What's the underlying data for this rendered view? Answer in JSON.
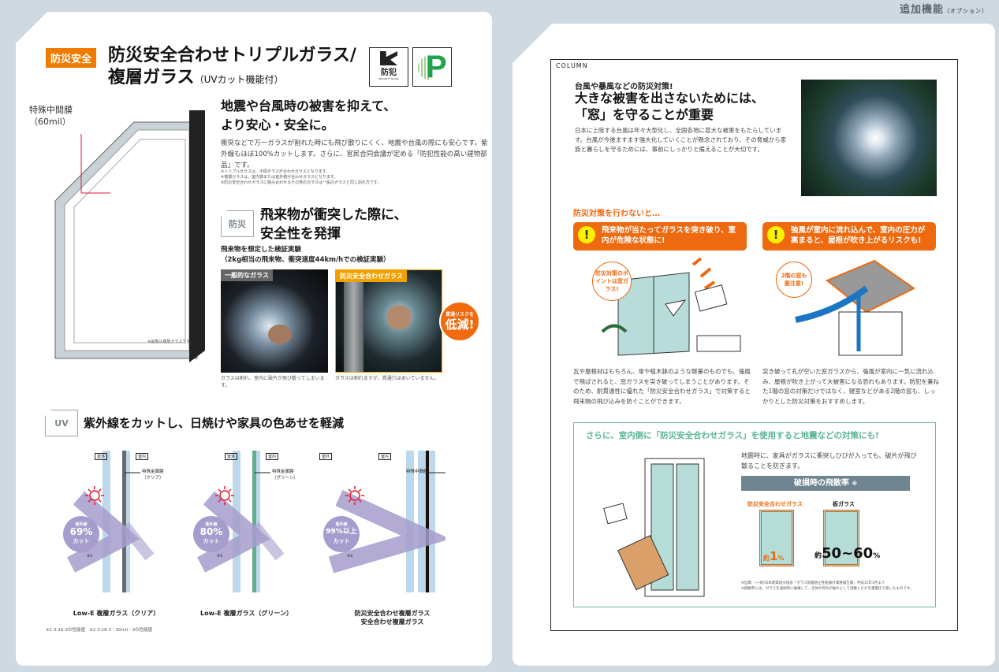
{
  "header": {
    "section": "追加機能",
    "section_sub": "（オプション）"
  },
  "left": {
    "badge": "防災安全",
    "title_line1": "防災安全合わせトリプルガラス/",
    "title_line2": "複層ガラス",
    "title_suffix": "（UVカット機能付）",
    "logo_bouhan": "防犯",
    "logo_bouhan_sub": "SECURITY GLASS",
    "logo_p": "P",
    "film_label_line1": "特殊中間膜",
    "film_label_line2": "（60mil）",
    "image_note": "※画像は複層ガラスです。",
    "headline_line1": "地震や台風時の被害を抑えて、",
    "headline_line2": "より安心・安全に。",
    "body": "衝突などで万一ガラスが割れた時にも飛び散りにくく、地震や台風の際にも安心です。紫外線もほぼ100%カットします。さらに、官民合同会議が定める「防犯性能の高い建物部品」です。",
    "notes": [
      "※トリプルガラスは、中間ガラスが合わせガラスとなります。",
      "※複層ガラスは、室内側または室外側が合わせガラスとなります。",
      "※防災安全合わせガラスに組み合わせるその他のガラスは一般のガラスと同じ割れ方です。"
    ],
    "disaster": {
      "tag": "防災",
      "title_line1": "飛来物が衝突した際に、",
      "title_line2": "安全性を発揮",
      "test_title": "飛来物を想定した検証実験",
      "test_sub": "（2kg相当の飛来物、衝突速度44km/hでの検証実験）",
      "photo1_label": "一般的なガラス",
      "photo1_caption": "ガラスは割れ、室内に破片が飛び散ってしまいます。",
      "photo2_label": "防災安全合わせガラス",
      "photo2_caption": "ガラスは割れますが、貫通穴はあいていません。",
      "bubble_small": "貫通リスクを",
      "bubble_big": "低減!"
    },
    "uv": {
      "tag": "UV",
      "title": "紫外線をカットし、日焼けや家具の色あせを軽減",
      "diagrams": [
        {
          "outside": "室外",
          "inside": "室内",
          "film": "特殊金属膜",
          "film_sub": "（クリア）",
          "circle_top": "紫外線",
          "percent": "69%",
          "circle_bottom": "カット",
          "note": "※1",
          "name_line1": "Low-E 複層ガラス（クリア）",
          "name_line2": "",
          "film_color": "#6a6a6a"
        },
        {
          "outside": "室外",
          "inside": "室内",
          "film": "特殊金属膜",
          "film_sub": "（グリーン）",
          "circle_top": "紫外線",
          "percent": "80%",
          "circle_bottom": "カット",
          "note": "※1",
          "name_line1": "Low-E 複層ガラス（グリーン）",
          "name_line2": "",
          "film_color": "#62ad8c"
        },
        {
          "outside": "室外",
          "inside": "室内",
          "film": "特殊中間膜",
          "film_sub": "",
          "circle_top": "紫外線",
          "percent": "99%以上",
          "circle_bottom": "カット",
          "note": "※2",
          "name_line1": "防災安全合わせ複層ガラス",
          "name_line2": "安全合わせ複層ガラス",
          "film_color": "#1a0f0a"
        }
      ],
      "footnote": "※1 3-16-3の性能値　※2 3-16-3・30mil・3の性能値"
    }
  },
  "right": {
    "column_label": "COLUMN",
    "kicker": "台風や暴風などの防災対策!",
    "title_line1": "大きな被害を出さないためには、",
    "title_line2": "「窓」を守ることが重要",
    "intro": "日本に上陸する台風は年々大型化し、全国各地に甚大な被害をもたらしています。台風が今後ますます強大化していくことが懸念されており、その脅威から家族と暮らしを守るためには、事前にしっかりと備えることが大切です。",
    "without_heading": "防災対策を行わないと…",
    "warning1": "飛来物が当たってガラスを突き破り、室内が危険な状態に!",
    "warning2": "強風が室内に流れ込んで、室内の圧力が高まると、屋根が吹き上がるリスクも!",
    "bubble1": "防災対策のポイントは窓ガラス!",
    "bubble2": "2階の窓も要注意!",
    "text1": "瓦や屋根材はもちろん、傘や植木鉢のような軽量のものでも、強風で飛ばされると、窓ガラスを突き破ってしまうことがあります。そのため、耐貫通性に優れた「防災安全合わせガラス」で対策すると飛来物の飛び込みを防ぐことができます。",
    "text2": "突き破って孔が空いた窓ガラスから、強風が室内に一気に流れ込み、屋根が吹き上がって大被害になる恐れもあります。防犯を兼ねた1階の窓の対策だけではなく、寝室などがある2階の窓も、しっかりとした防災対策をおすすめします。",
    "quake": {
      "heading": "さらに、室内側に「防災安全合わせガラス」を使用すると地震などの対策にも!",
      "text": "地震時に、家具がガラスに衝突しひびが入っても、破片が飛び散ることを防ぎます。",
      "bar": "破損時の飛散率",
      "bar_mark": "※",
      "item1_label": "防災安全合わせガラス",
      "item1_prefix": "約",
      "item1_value": "1",
      "item1_unit": "%",
      "item2_label": "板ガラス",
      "item2_prefix": "約",
      "item2_value": "50~60",
      "item2_unit": "%",
      "notes": [
        "※出典：(一財)日本建築防災協会「ガラス飛散防止性能検討業務報告書」平成15年3月より",
        "※飛散率とは、ガラスを強制的に破壊して、全体の何%が破片として飛散したかを重量比で表したものです。"
      ]
    }
  },
  "colors": {
    "orange": "#ef7c00",
    "teal": "#5bb59a",
    "uv_purple": "#a69ccd",
    "glass_blue": "#bcd8ea"
  }
}
